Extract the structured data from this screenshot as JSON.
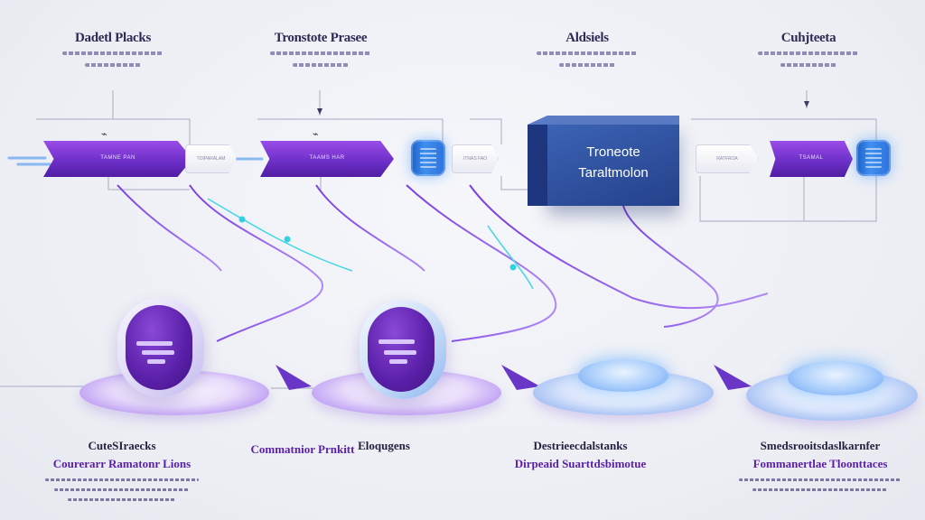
{
  "diagram": {
    "top_labels": [
      "Dadetl Placks",
      "Tronstote Prasee",
      "Aldsiels",
      "Cuhjteeta"
    ],
    "box": {
      "line1": "Troneote",
      "line2": "Taraltmolon"
    },
    "pill_labels": [
      "TAMNE PAN",
      "TAAMS HAR"
    ],
    "end_pill_label": "TSAMAL",
    "connector_labels": [
      "TOIPARALAM",
      "ITNAS FAO",
      "RATFROA"
    ],
    "bottom_labels": [
      {
        "title": "CuteSIraecks",
        "subtitle": "Courerarr Ramatonr Lions"
      },
      {
        "title": "",
        "subtitle": "Commatnior Prnkitt"
      },
      {
        "title": "Eloqugens",
        "subtitle": ""
      },
      {
        "title": "Destrieecdalstanks",
        "subtitle": "Dirpeaid Suarttdsbimotue"
      },
      {
        "title": "Smedsrooitsdaslkarnfer",
        "subtitle": "Fommanertlae Tloonttaces"
      }
    ],
    "colors": {
      "purple": "#6f2fc9",
      "blue": "#2d72dc",
      "navy": "#24418b",
      "cyan": "#1ec7d8"
    }
  }
}
